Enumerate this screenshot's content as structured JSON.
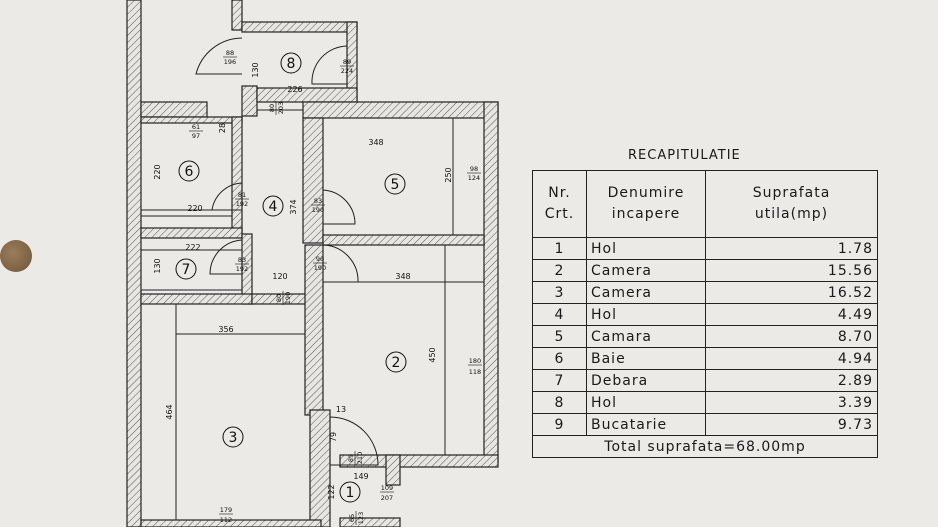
{
  "plan": {
    "rooms": [
      {
        "id": "1",
        "label": "1"
      },
      {
        "id": "2",
        "label": "2"
      },
      {
        "id": "3",
        "label": "3"
      },
      {
        "id": "4",
        "label": "4"
      },
      {
        "id": "5",
        "label": "5"
      },
      {
        "id": "6",
        "label": "6"
      },
      {
        "id": "7",
        "label": "7"
      },
      {
        "id": "8",
        "label": "8"
      }
    ],
    "dims": {
      "d226": "226",
      "d348a": "348",
      "d348b": "348",
      "d250": "250",
      "d220a": "220",
      "d220b": "220",
      "d222": "222",
      "d130a": "130",
      "d130b": "130",
      "d120": "120",
      "d356": "356",
      "d374": "374",
      "d450": "450",
      "d464": "464",
      "d13": "13",
      "d149": "149",
      "d122": "122",
      "d79": "79",
      "d28": "28"
    },
    "doors": {
      "w88_196": [
        "88",
        "196"
      ],
      "w89_224": [
        "89",
        "224"
      ],
      "w80_203": [
        "80",
        "203"
      ],
      "w61_97": [
        "61",
        "97"
      ],
      "w81_192": [
        "81",
        "192"
      ],
      "w83_190a": [
        "83",
        "190"
      ],
      "w83_192": [
        "83",
        "192"
      ],
      "w90_190": [
        "90",
        "190"
      ],
      "w80_190": [
        "80",
        "190"
      ],
      "w98_124": [
        "98",
        "124"
      ],
      "w180_118": [
        "180",
        "118"
      ],
      "w89_210": [
        "89",
        "210"
      ],
      "w109_207": [
        "109",
        "207"
      ],
      "w179_112": [
        "179",
        "112"
      ],
      "w65_123": [
        "65",
        "123"
      ]
    }
  },
  "table": {
    "title": "RECAPITULATIE",
    "headers": {
      "nr": [
        "Nr.",
        "Crt."
      ],
      "name": [
        "Denumire",
        "incapere"
      ],
      "area": [
        "Suprafata",
        "utila(mp)"
      ]
    },
    "rows": [
      {
        "nr": "1",
        "name": "Hol",
        "area": "1.78"
      },
      {
        "nr": "2",
        "name": "Camera",
        "area": "15.56"
      },
      {
        "nr": "3",
        "name": "Camera",
        "area": "16.52"
      },
      {
        "nr": "4",
        "name": "Hol",
        "area": "4.49"
      },
      {
        "nr": "5",
        "name": "Camara",
        "area": "8.70"
      },
      {
        "nr": "6",
        "name": "Baie",
        "area": "4.94"
      },
      {
        "nr": "7",
        "name": "Debara",
        "area": "2.89"
      },
      {
        "nr": "8",
        "name": "Hol",
        "area": "3.39"
      },
      {
        "nr": "9",
        "name": "Bucatarie",
        "area": "9.73"
      }
    ],
    "total": "Total suprafata=68.00mp"
  }
}
